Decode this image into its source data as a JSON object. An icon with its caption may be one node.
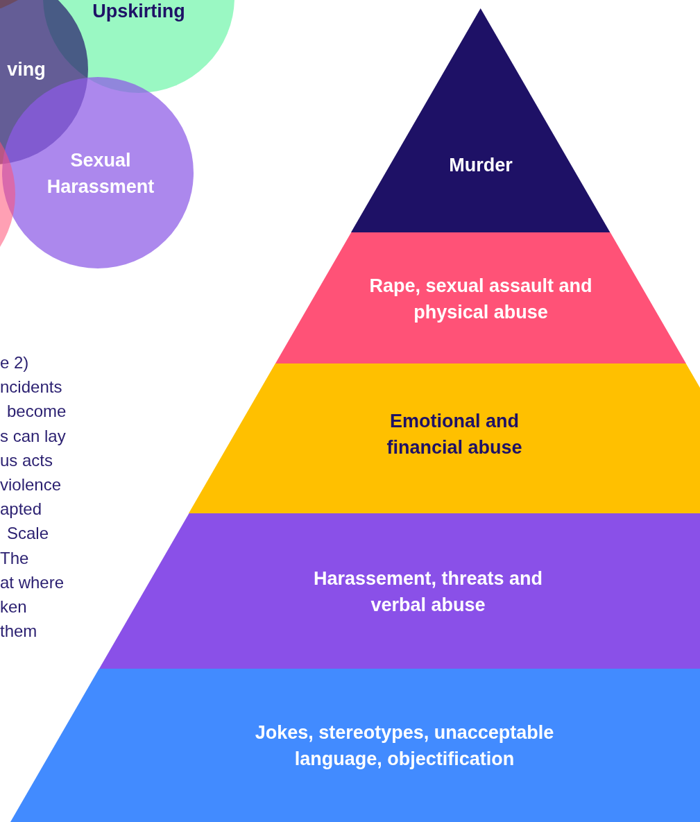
{
  "diagram": {
    "nodes": [
      {
        "text": [],
        "shape": "circle"
      },
      {
        "text": [
          "Upskirting"
        ]
      },
      {
        "text": [
          "ving"
        ]
      },
      {
        "text": [],
        "shape": "circle"
      },
      {
        "text": [
          "Sexual Harassment"
        ]
      },
      {
        "text": [
          "Murder"
        ]
      },
      {
        "text": [
          "Rape, sexual assault and physical abuse"
        ]
      },
      {
        "text": [
          "Emotional and financial abuse"
        ]
      },
      {
        "text": [
          "Harassement, threats and verbal abuse"
        ]
      },
      {
        "text": [
          "Jokes, stereotypes, unacceptable language, objectification"
        ]
      }
    ],
    "edges": [],
    "labels": [
      "e 2)",
      "ncidents",
      "become",
      "s can lay",
      "us acts",
      "violence",
      "apted",
      "Scale",
      "The",
      "at where",
      "ken",
      "them"
    ]
  }
}
